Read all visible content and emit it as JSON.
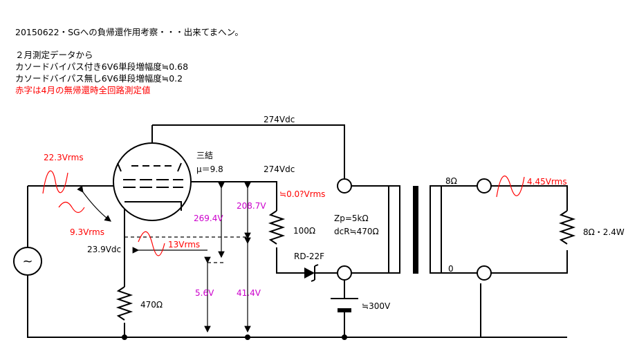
{
  "header": {
    "title": "20150622・SGへの負帰還作用考察・・・出来てまへン。",
    "subtitle": "２月測定データから",
    "line1": "カソードバイパス付き6V6単段増幅度≒0.68",
    "line2": "カソードバイパス無し6V6単段増幅度≒0.2",
    "note_red": "赤字は4月の無帰還時全回路測定値"
  },
  "labels": {
    "top_voltage": "274Vdc",
    "tube_name": "三結",
    "mu": "μ＝9.8",
    "plate_voltage": "274Vdc",
    "input_voltage": "22.3Vrms",
    "grid_signal": "9.3Vrms",
    "cathode_dc": "23.9Vdc",
    "cathode_signal": "13Vrms",
    "v_269": "269.4V",
    "v_208": "208.7V",
    "v_56": "5.6V",
    "v_414": "41.4V",
    "resistor_100": "100Ω",
    "plate_ripple": "≒0.0?Vrms",
    "resistor_470": "470Ω",
    "diode": "RD-22F",
    "zp": "Zp=5kΩ",
    "dcr": "dcR≒470Ω",
    "b_plus": "≒300V",
    "sec_8": "8Ω",
    "sec_0": "0",
    "output_voltage": "4.45Vrms",
    "load": "8Ω・2.4W",
    "source_symbol": "~"
  },
  "colors": {
    "measured_red": "#ff0000",
    "voltage_magenta": "#cc00cc",
    "wire": "#000000"
  }
}
